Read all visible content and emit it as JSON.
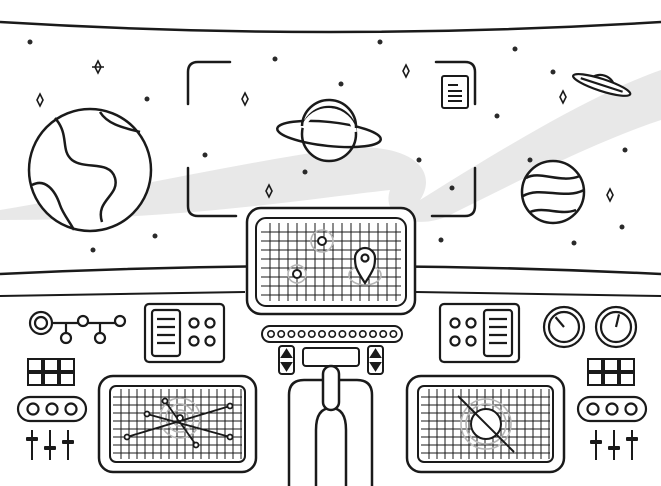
{
  "colors": {
    "ink": "#1a1a1a",
    "paper": "#ffffff",
    "swoosh": "#e8e8e8",
    "ring": "#b5b5b5"
  },
  "icons": {
    "planet_left": "earth-like-planet-icon",
    "planet_center": "ringed-planet-icon",
    "planet_right": "striped-planet-icon",
    "ufo": "flying-saucer-icon",
    "document": "document-icon",
    "map_pin": "map-pin-icon",
    "gauge": "analog-gauge-icon",
    "arrow_updown": "up-down-arrow-icon",
    "slider": "slider-fader-icon",
    "star": "sparkle-star-icon"
  },
  "radar": {
    "center_screen_grid": "grid",
    "left_screen_grid": "grid",
    "right_screen_grid": "grid"
  },
  "gauges": {
    "left": {
      "needle_level": 0.35
    },
    "right": {
      "needle_level": 0.55
    }
  },
  "indicator_strip": {
    "light_count": 13
  },
  "sliders": {
    "left": [
      0.7,
      0.4,
      0.6
    ],
    "right": [
      0.6,
      0.4,
      0.7
    ]
  }
}
